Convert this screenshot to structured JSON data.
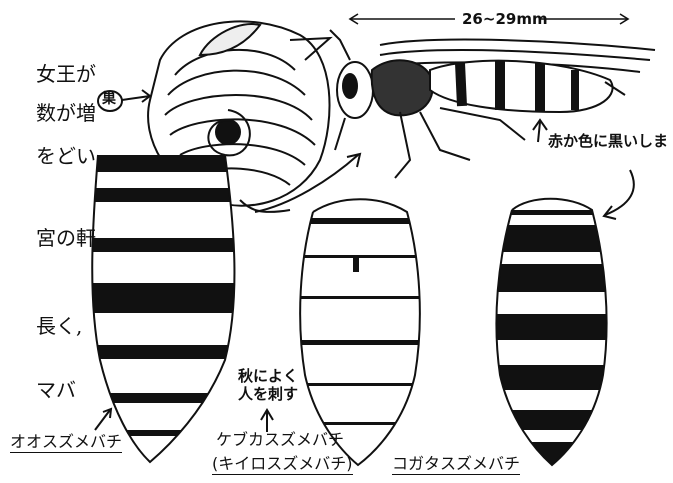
{
  "side_text": [
    "女王が",
    "数が増",
    "をどい",
    "宮の軒",
    "長く,",
    "マバ"
  ],
  "nest_label": "巣",
  "size_note": "26~29mm",
  "color_note": "赤か色に黒いしま",
  "autumn_note": [
    "秋によく",
    "人を刺す"
  ],
  "labels": {
    "large": "オオスズメバチ",
    "medium_line1": "ケブカスズメバチ",
    "medium_line2": "(キイロスズメバチ)",
    "small": "コガタスズメバチ"
  },
  "colors": {
    "ink": "#111111",
    "paper": "#ffffff"
  }
}
